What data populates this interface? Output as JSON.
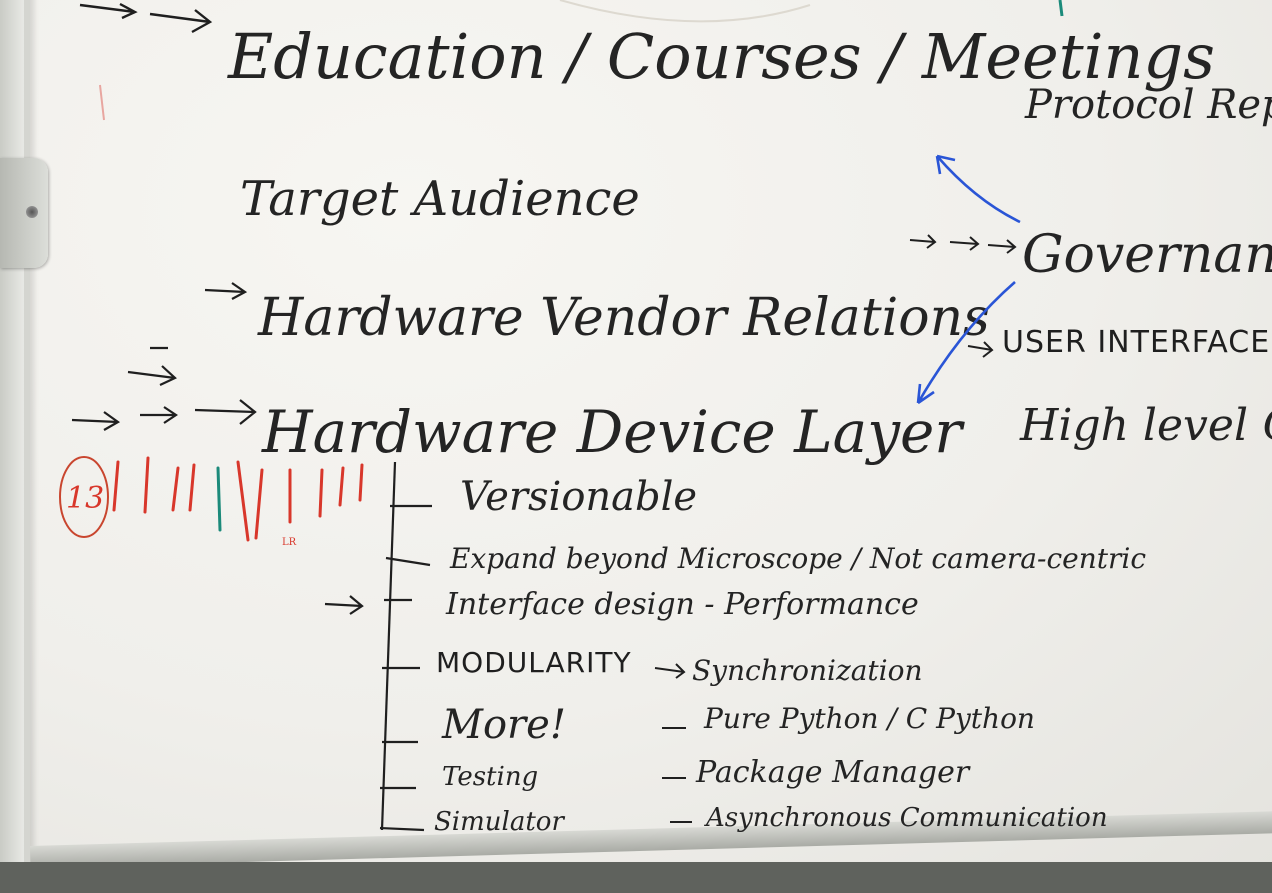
{
  "whiteboard": {
    "headings": {
      "education": "Education / Courses / Meetings",
      "protocol": "Protocol Repeatable",
      "target_audience": "Target Audience",
      "hardware_vendor": "Hardware Vendor Relations",
      "hardware_device": "Hardware Device Layer",
      "governance": "Governance /",
      "user_interface": "USER INTERFACE",
      "high_level_qc": "High level QC"
    },
    "branch_items": [
      "Versionable",
      "Expand beyond Microscope / Not camera-centric",
      "Interface design - Performance",
      "MODULARITY",
      "More!",
      "Testing",
      "Simulator"
    ],
    "side_notes": [
      "Synchronization",
      "Pure Python / C Python",
      "Package Manager",
      "Asynchronous Communication"
    ],
    "vote_count": "13",
    "initials": "LR",
    "colors": {
      "ink_black": "#1f1f1f",
      "ink_blue": "#2a55d6",
      "ink_red": "#d8372b",
      "ink_teal": "#1b8a7a",
      "board": "#f3f2ee"
    }
  }
}
